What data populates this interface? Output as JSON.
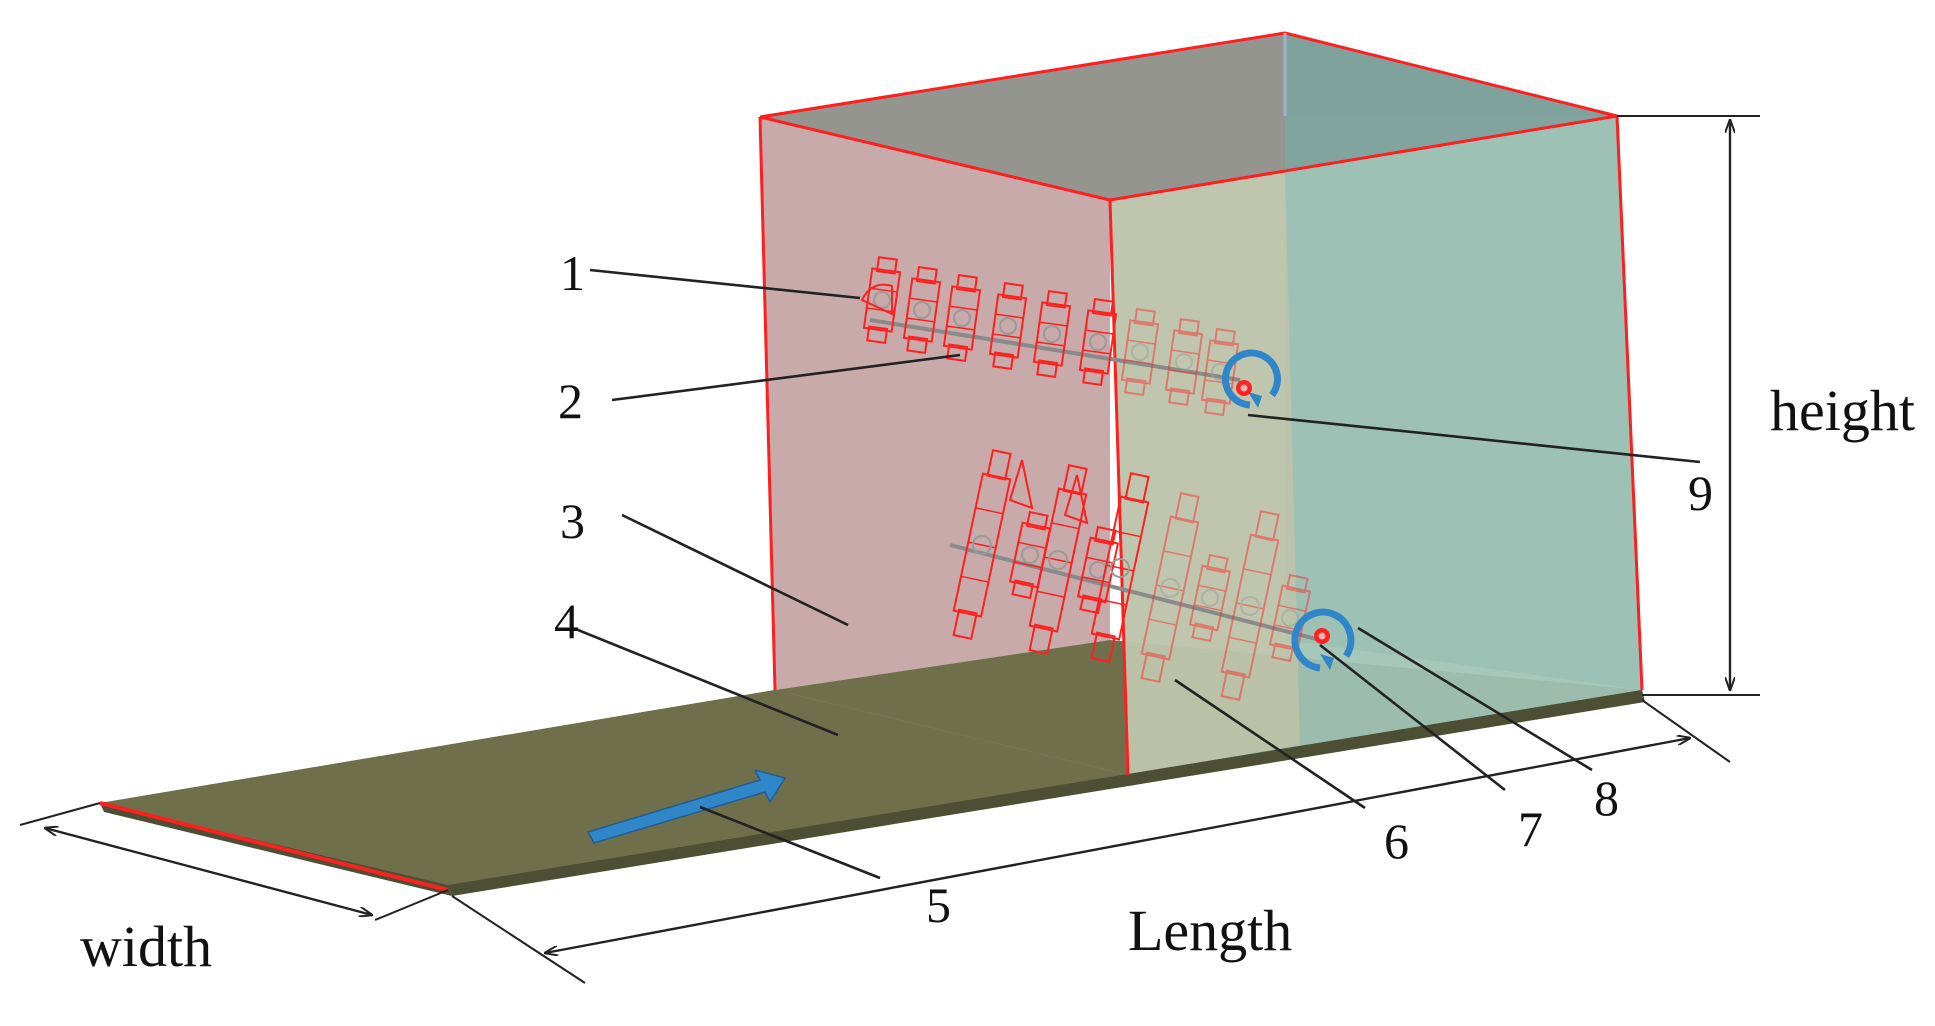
{
  "labels": {
    "n1": "1",
    "n2": "2",
    "n3": "3",
    "n4": "4",
    "n5": "5",
    "n6": "6",
    "n7": "7",
    "n8": "8",
    "n9": "9"
  },
  "dimensions": {
    "height": "height",
    "length": "Length",
    "width": "width"
  },
  "colors": {
    "outline": "#ff2020",
    "floor": "#6f6f4c",
    "back_wall": "#c7aaa9",
    "side_wall": "#9fc2b5",
    "front_wall": "#d3c4a2",
    "top": "#8f8f8a",
    "arrow": "#2f86c8"
  },
  "icons": [
    "flow-direction-arrow",
    "rotation-arrow"
  ]
}
